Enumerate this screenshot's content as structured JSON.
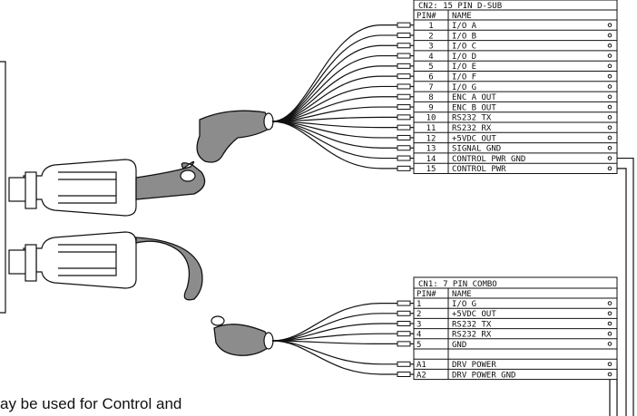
{
  "cn2": {
    "title": "CN2: 15 PIN D-SUB",
    "header_pin": "PIN#",
    "header_name": "NAME",
    "rows": [
      {
        "pin": "1",
        "name": "I/O A"
      },
      {
        "pin": "2",
        "name": "I/O B"
      },
      {
        "pin": "3",
        "name": "I/O C"
      },
      {
        "pin": "4",
        "name": "I/O D"
      },
      {
        "pin": "5",
        "name": "I/O E"
      },
      {
        "pin": "6",
        "name": "I/O F"
      },
      {
        "pin": "7",
        "name": "I/O G"
      },
      {
        "pin": "8",
        "name": "ENC A OUT"
      },
      {
        "pin": "9",
        "name": "ENC B OUT"
      },
      {
        "pin": "10",
        "name": "RS232 TX"
      },
      {
        "pin": "11",
        "name": "RS232 RX"
      },
      {
        "pin": "12",
        "name": "+5VDC OUT"
      },
      {
        "pin": "13",
        "name": "SIGNAL GND"
      },
      {
        "pin": "14",
        "name": "CONTROL PWR GND"
      },
      {
        "pin": "15",
        "name": "CONTROL PWR"
      }
    ]
  },
  "cn1": {
    "title": "CN1: 7 PIN COMBO",
    "header_pin": "PIN#",
    "header_name": "NAME",
    "rows": [
      {
        "pin": "1",
        "name": "I/O G"
      },
      {
        "pin": "2",
        "name": "+5VDC OUT"
      },
      {
        "pin": "3",
        "name": "RS232 TX"
      },
      {
        "pin": "4",
        "name": "RS232 RX"
      },
      {
        "pin": "5",
        "name": "GND"
      },
      {
        "pin": "",
        "name": ""
      },
      {
        "pin": "A1",
        "name": "DRV POWER"
      },
      {
        "pin": "A2",
        "name": "DRV POWER GND"
      }
    ]
  },
  "caption": "ay be used for Control and",
  "colors": {
    "line": "#111111",
    "cable": "#8c8c8c"
  }
}
